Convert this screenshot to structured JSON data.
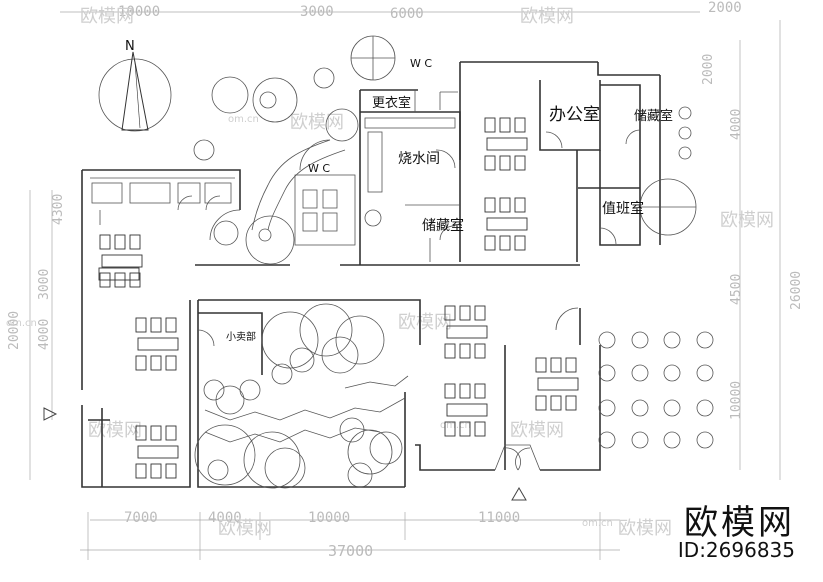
{
  "rooms": {
    "changing_room": "更衣室",
    "boiler_room": "烧水间",
    "storage_room_left": "储藏室",
    "office": "办公室",
    "storage_room_right": "储藏室",
    "duty_room": "值班室",
    "kiosk": "小卖部",
    "wc_top": "W C",
    "wc_mid": "W C"
  },
  "compass": {
    "north_label": "N"
  },
  "dimensions": {
    "top": [
      "10000",
      "3000",
      "6000",
      "2000"
    ],
    "bottom_segments": [
      "7000",
      "4000",
      "10000",
      "11000"
    ],
    "bottom_total": "37000",
    "left": [
      "4300",
      "3000",
      "20000",
      "4000"
    ],
    "right": [
      "2000",
      "4000",
      "4500",
      "26000",
      "10000"
    ]
  },
  "watermark": {
    "brand": "欧模网",
    "site": "om.cn",
    "id": "ID:2696835"
  }
}
